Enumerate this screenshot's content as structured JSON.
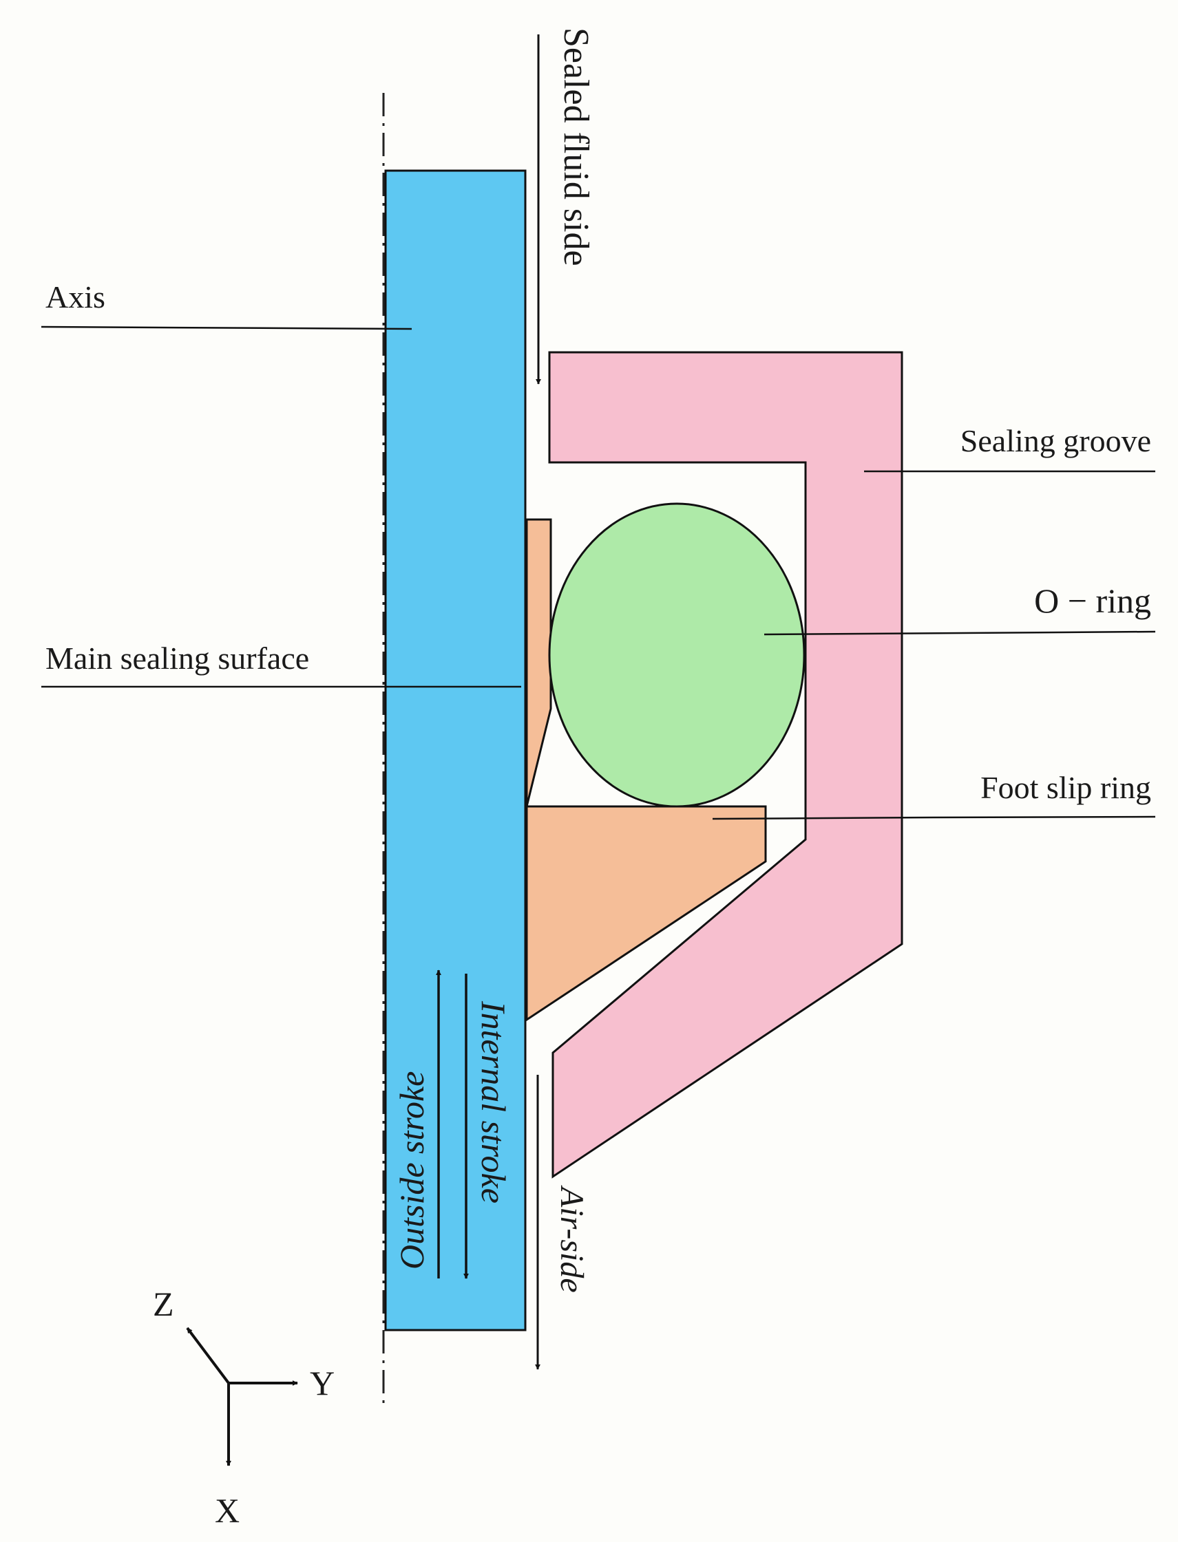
{
  "labels": {
    "axis": "Axis",
    "main_sealing_surface": "Main sealing surface",
    "sealing_groove": "Sealing groove",
    "o_ring": "O − ring",
    "foot_slip_ring": "Foot slip ring",
    "sealed_fluid_side": "Sealed fluid side",
    "air_side": "Air-side",
    "outside_stroke": "Outside stroke",
    "internal_stroke": "Internal stroke"
  },
  "coordinate_axes": {
    "z": "Z",
    "y": "Y",
    "x": "X"
  },
  "colors": {
    "axis_body": "#5ec8f2",
    "sealing_groove": "#f7bfcf",
    "o_ring": "#aeeaa8",
    "foot_slip_ring": "#f5be98",
    "outline": "#111111"
  }
}
